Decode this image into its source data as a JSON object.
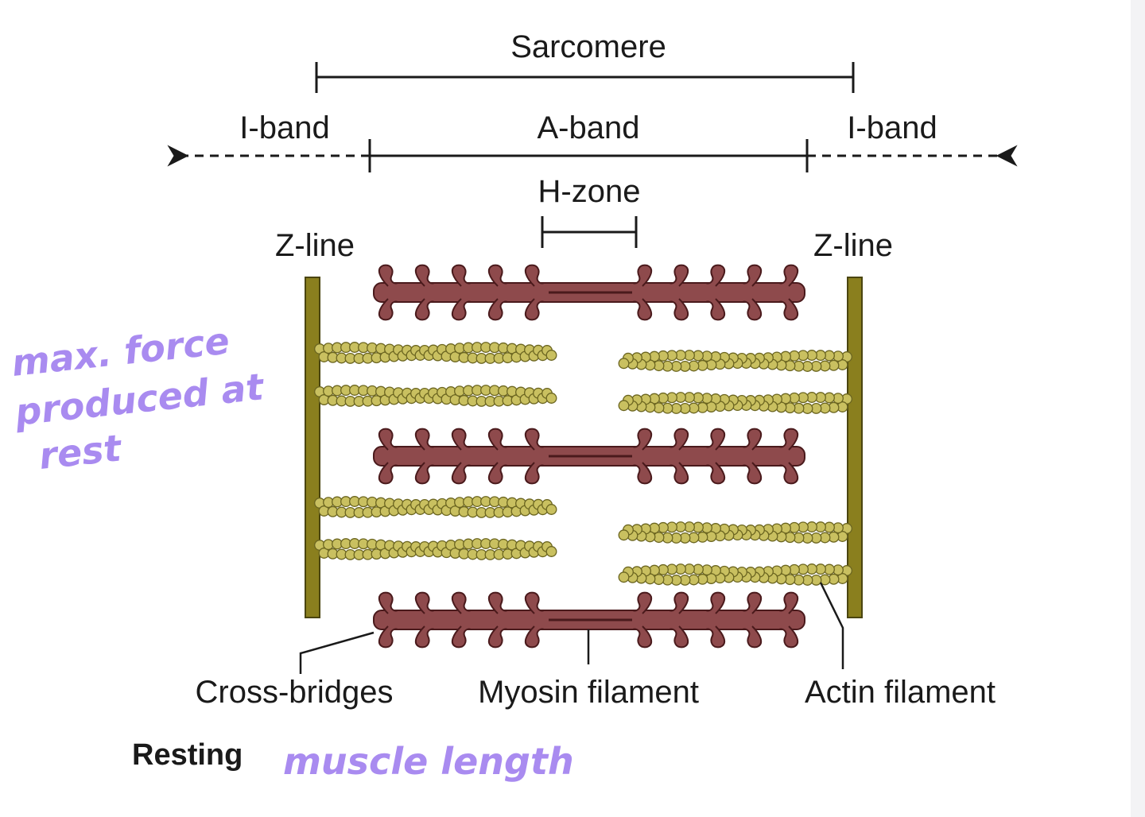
{
  "labels": {
    "sarcomere": "Sarcomere",
    "i_band_left": "I-band",
    "a_band": "A-band",
    "i_band_right": "I-band",
    "h_zone": "H-zone",
    "z_line_left": "Z-line",
    "z_line_right": "Z-line",
    "cross_bridges": "Cross-bridges",
    "myosin_filament": "Myosin filament",
    "actin_filament": "Actin filament",
    "state": "Resting"
  },
  "handwriting": {
    "side_note": [
      "max. force",
      "produced at",
      "rest"
    ],
    "bottom_note": "muscle length"
  },
  "colors": {
    "myosin": "#8e4a4c",
    "myosin_outline": "#4a1a1c",
    "actin": "#c9c060",
    "actin_outline": "#6b6520",
    "z_line": "#8a7f1e",
    "ink": "#1a1a1a",
    "handwriting": "#a98bf0"
  }
}
